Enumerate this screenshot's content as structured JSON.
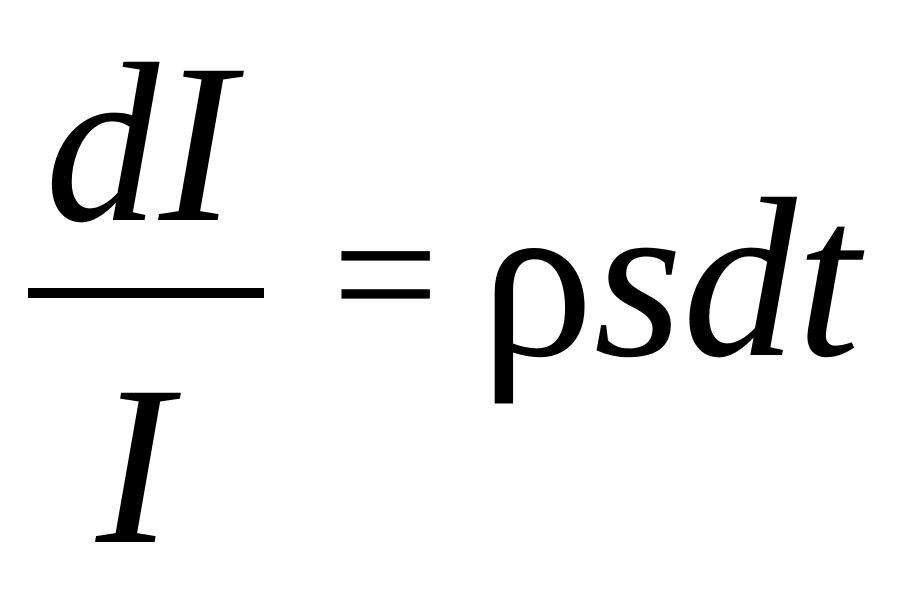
{
  "equation": {
    "numerator": "dI",
    "denominator": "I",
    "operator": "=",
    "rhs_symbol": "ρ",
    "rhs_variables": "sdt"
  }
}
